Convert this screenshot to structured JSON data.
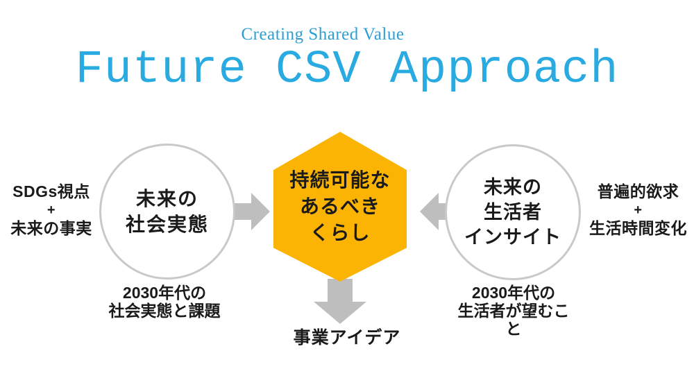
{
  "header": {
    "subtitle": "Creating Shared Value",
    "title": "Future CSV Approach"
  },
  "left_inputs": {
    "line1": "SDGs視点",
    "plus": "+",
    "line2": "未来の事実"
  },
  "left_circle": {
    "line1": "未来の",
    "line2": "社会実態"
  },
  "left_caption": {
    "line1": "2030年代の",
    "line2": "社会実態と課題"
  },
  "hexagon": {
    "line1": "持続可能な",
    "line2": "あるべき",
    "line3": "くらし"
  },
  "right_circle": {
    "line1": "未来の",
    "line2": "生活者",
    "line3": "インサイト"
  },
  "right_inputs": {
    "line1": "普遍的欲求",
    "plus": "+",
    "line2": "生活時間変化"
  },
  "right_caption": {
    "line1": "2030年代の",
    "line2": "生活者が望むこと"
  },
  "output": {
    "label": "事業アイデア"
  },
  "colors": {
    "title_blue": "#29abe2",
    "subtitle_blue": "#2c9fd4",
    "hex_orange": "#fcb404",
    "arrow_gray": "#bebebe",
    "circle_border": "#c9c9c9",
    "text_black": "#1a1a1a"
  }
}
